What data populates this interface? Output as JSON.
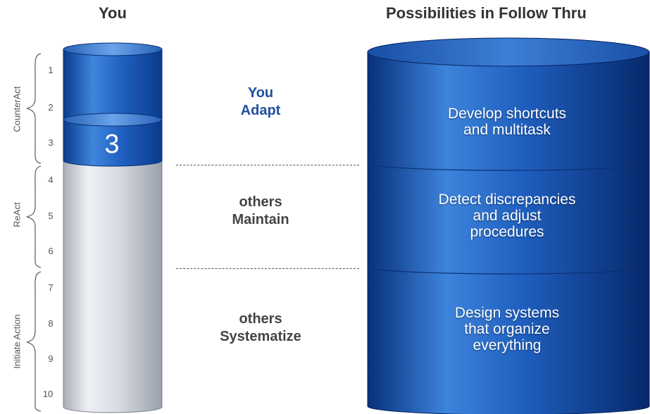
{
  "titles": {
    "left": "You",
    "right": "Possibilities in Follow Thru"
  },
  "scale": {
    "ticks": [
      "1",
      "2",
      "3",
      "4",
      "5",
      "6",
      "7",
      "8",
      "9",
      "10"
    ],
    "groups": [
      {
        "label": "CounterAct",
        "range": [
          1,
          3
        ]
      },
      {
        "label": "ReAct",
        "range": [
          4,
          6
        ]
      },
      {
        "label": "Initiate Action",
        "range": [
          7,
          10
        ]
      }
    ]
  },
  "current_level": {
    "value": "3"
  },
  "modes": [
    {
      "line1": "You",
      "line2": "Adapt"
    },
    {
      "line1": "others",
      "line2": "Maintain"
    },
    {
      "line1": "others",
      "line2": "Systematize"
    }
  ],
  "possibilities": [
    {
      "lines": [
        "Develop shortcuts",
        "and multitask"
      ]
    },
    {
      "lines": [
        "Detect discrepancies",
        "and adjust",
        "procedures"
      ]
    },
    {
      "lines": [
        "Design systems",
        "that organize",
        "everything"
      ]
    }
  ],
  "colors": {
    "blue_dark": "#0a3a8c",
    "blue_mid": "#1f5fbf",
    "blue_light": "#4a8ee0",
    "silver": "#d5d9e0",
    "highlight_text": "#1f4fa0"
  }
}
